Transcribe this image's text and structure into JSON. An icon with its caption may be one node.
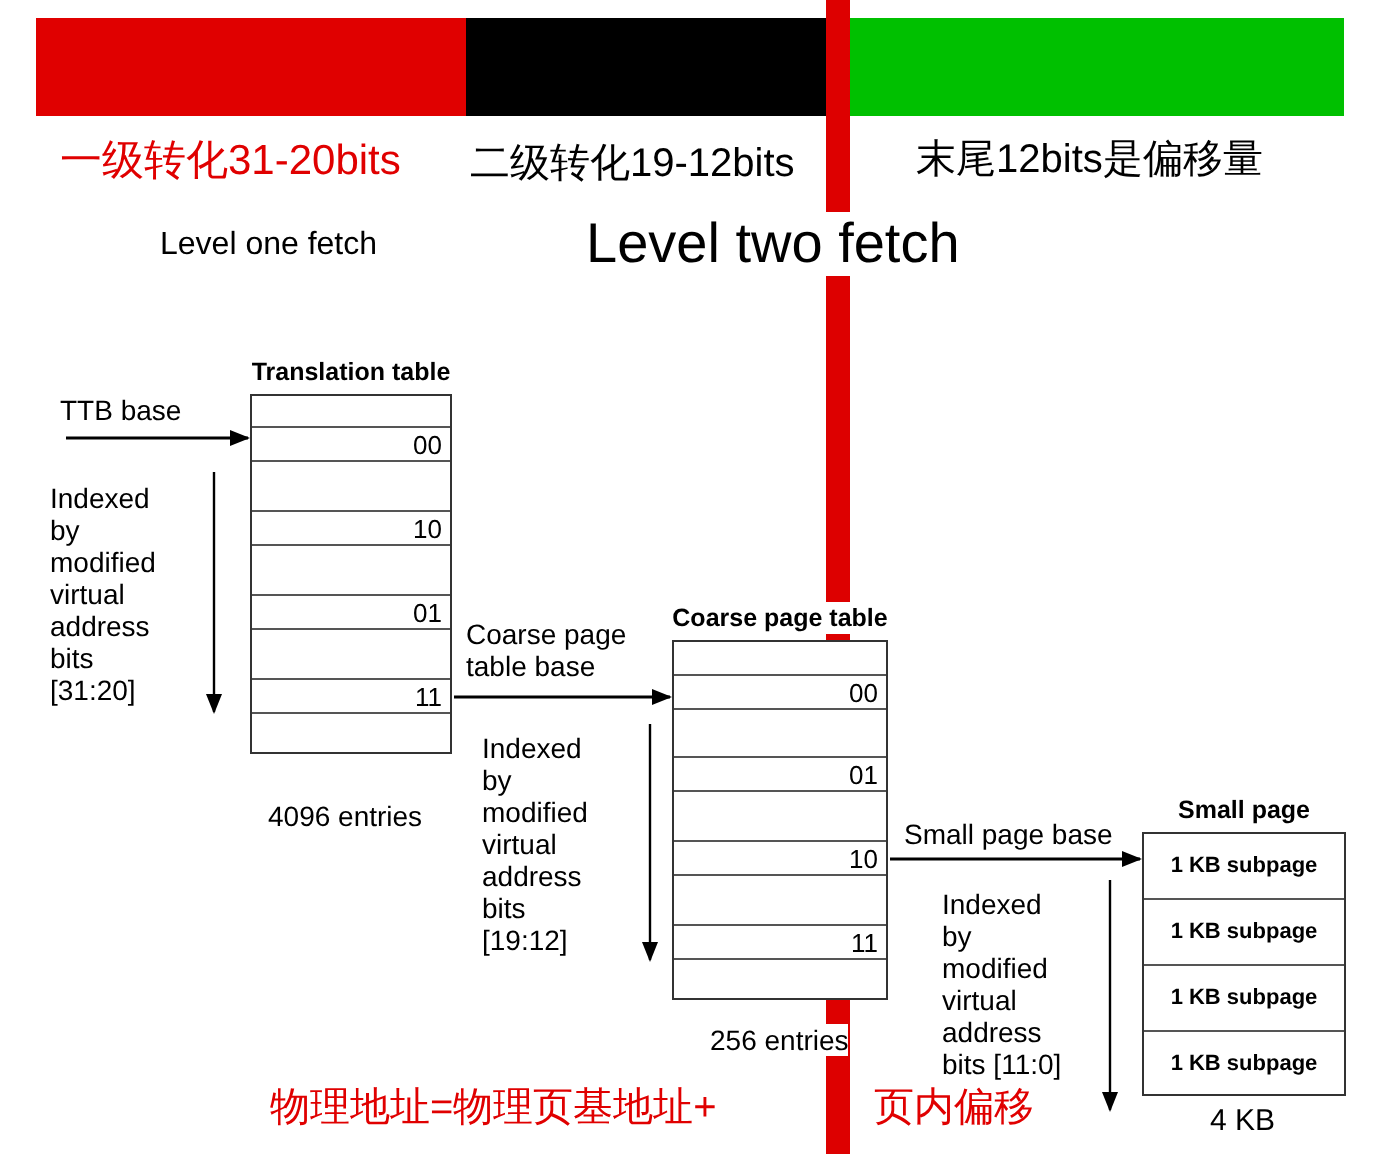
{
  "diagram": {
    "nodes": [
      {
        "text": [
          "Translation table"
        ],
        "beside": [
          "4096 entries"
        ]
      },
      {
        "text": [
          "00"
        ],
        "in": 0
      },
      {
        "text": [
          "10"
        ],
        "in": 0
      },
      {
        "text": [
          "01"
        ],
        "in": 0
      },
      {
        "text": [
          "11"
        ],
        "in": 0
      },
      {
        "text": [
          "Coarse page table"
        ],
        "beside": [
          "256 entries"
        ]
      },
      {
        "text": [
          "00"
        ],
        "in": 5
      },
      {
        "text": [
          "01"
        ],
        "in": 5
      },
      {
        "text": [
          "10"
        ],
        "in": 5
      },
      {
        "text": [
          "11"
        ],
        "in": 5
      },
      {
        "text": [
          "Small page"
        ],
        "beside": [
          "4 KB"
        ]
      },
      {
        "text": [
          "1 KB subpage"
        ],
        "in": 10
      },
      {
        "text": [
          "1 KB subpage"
        ],
        "in": 10
      },
      {
        "text": [
          "1 KB subpage"
        ],
        "in": 10
      },
      {
        "text": [
          "1 KB subpage"
        ],
        "in": 10
      }
    ],
    "edges": [
      {
        "from": null,
        "to": 0,
        "arrow": "to",
        "label": "TTB base"
      },
      {
        "from": 4,
        "to": 5,
        "arrow": "to",
        "label": "Coarse page table base"
      },
      {
        "from": 8,
        "to": 10,
        "arrow": "to",
        "label": "Small page base"
      }
    ],
    "labels": [
      "一级转化31-20bits",
      "二级转化19-12bits",
      "末尾12bits是偏移量",
      "Level one fetch",
      "Level two fetch",
      "Indexed by modified virtual address bits [31:20]",
      "Indexed by modified virtual address bits [19:12]",
      "Indexed by modified virtual address bits [11:0]",
      "物理地址=物理页基地址+",
      "页内偏移"
    ]
  }
}
